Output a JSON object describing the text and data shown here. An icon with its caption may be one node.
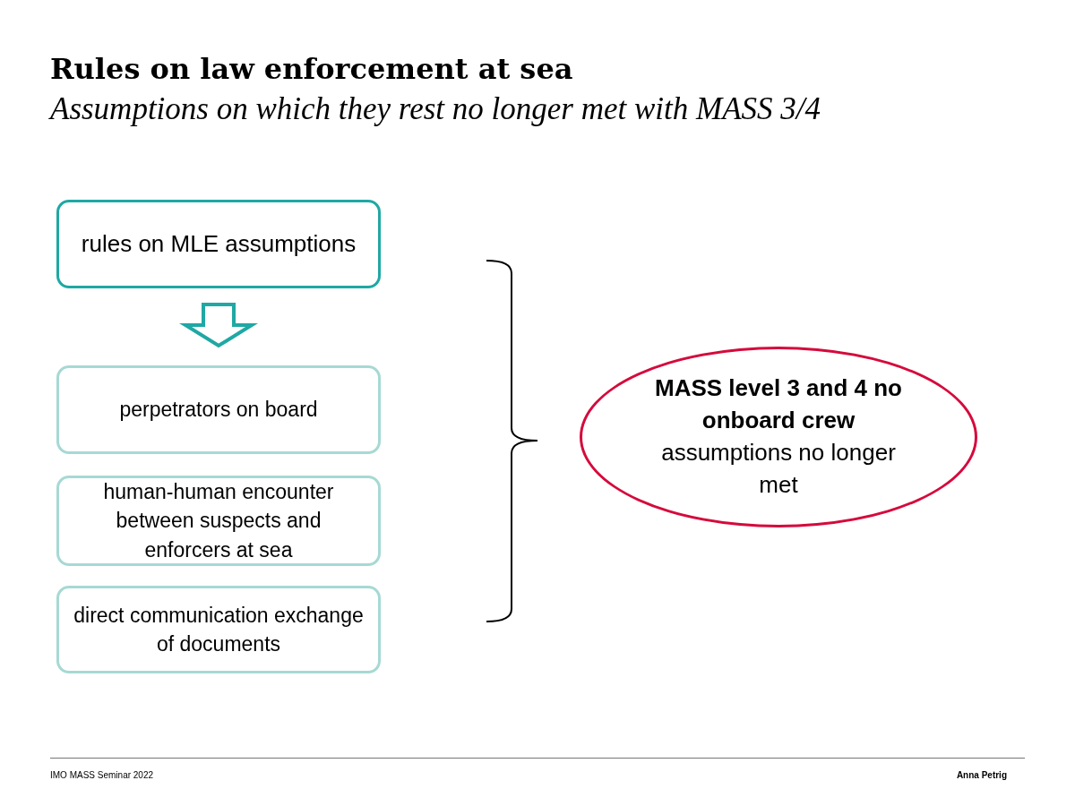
{
  "diagram": {
    "title": "Rules on law enforcement at sea",
    "caption": "Assumptions on which they rest no longer met with MASS 3/4",
    "nodes": [
      {
        "text": [
          "rules on MLE assumptions"
        ]
      },
      {
        "text": [
          "perpetrators on board"
        ]
      },
      {
        "text": [
          "human-human encounter between suspects and enforcers at sea"
        ]
      },
      {
        "text": [
          "direct communication exchange of documents"
        ]
      },
      {
        "text": [
          "MASS level 3 and 4 no onboard crew",
          "assumptions no longer met"
        ]
      }
    ],
    "edges": [
      {
        "from": 0,
        "to": 1,
        "arrow": "to",
        "style": "thick",
        "color": "#1fa8a4"
      }
    ],
    "labels": [
      "IMO MASS Seminar 2022",
      "Anna Petrig"
    ]
  }
}
